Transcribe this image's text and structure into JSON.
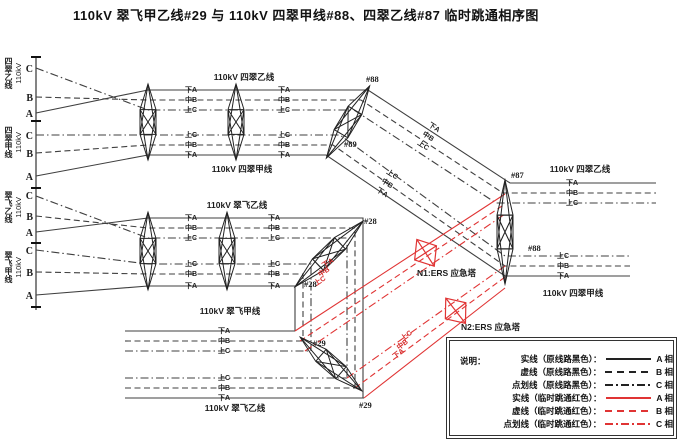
{
  "title": "110kV 翠飞甲乙线#29 与 110kV 四翠甲线#88、四翠乙线#87 临时跳通相序图",
  "buses": {
    "sicui_b": {
      "name": "四翠乙线",
      "kv": "110kV"
    },
    "sicui_a": {
      "name": "四翠甲线",
      "kv": "110kV"
    },
    "cuifei_b": {
      "name": "翠飞乙线",
      "kv": "110kV"
    },
    "cuifei_a": {
      "name": "翠飞甲线",
      "kv": "110kV"
    }
  },
  "bus_ph": {
    "a": "A",
    "b": "B",
    "c": "C"
  },
  "ph": {
    "a": "下A",
    "b": "中B",
    "c": "上C"
  },
  "lines": {
    "sicui_b_top": "110kV 四翠乙线",
    "sicui_a_top": "110kV 四翠甲线",
    "sicui_b_right": "110kV 四翠乙线",
    "sicui_a_right": "110kV 四翠甲线",
    "cuifei_b_mid": "110kV 翠飞乙线",
    "cuifei_a_mid": "110kV 翠飞甲线",
    "cuifei_b_bottom": "110kV 翠飞乙线"
  },
  "towers": {
    "t88": "#88",
    "t89": "#89",
    "t87": "#87",
    "t88_right": "#88",
    "t28_top": "#28",
    "t28_low": "#28",
    "t29_top": "#29",
    "t29_low": "#29"
  },
  "ers": {
    "n1": "N1:ERS 应急塔",
    "n2": "N2:ERS 应急塔"
  },
  "legend": {
    "heading": "说明：",
    "rows": [
      {
        "label": "实线（原线路黑色）：",
        "phase": "A 相",
        "style": "solid",
        "color": "black"
      },
      {
        "label": "虚线（原线路黑色）：",
        "phase": "B 相",
        "style": "dashed",
        "color": "black"
      },
      {
        "label": "点划线（原线路黑色）：",
        "phase": "C 相",
        "style": "dashdot",
        "color": "black"
      },
      {
        "label": "实线（临时跳通红色）：",
        "phase": "A 相",
        "style": "solid",
        "color": "red"
      },
      {
        "label": "虚线（临时跳通红色）：",
        "phase": "B 相",
        "style": "dashed",
        "color": "red"
      },
      {
        "label": "点划线（临时跳通红色）：",
        "phase": "C 相",
        "style": "dashdot",
        "color": "red"
      }
    ]
  },
  "colors": {
    "black": "#3f3f3f",
    "red": "#e03434"
  }
}
